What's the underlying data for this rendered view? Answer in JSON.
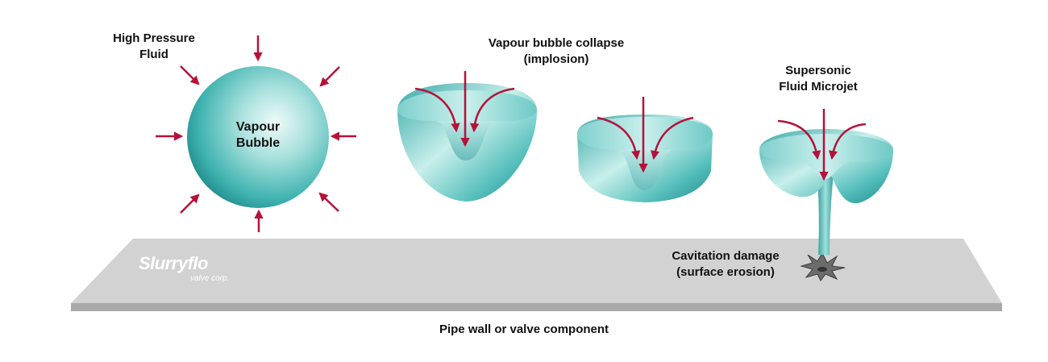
{
  "labels": {
    "high_pressure_line1": "High Pressure",
    "high_pressure_line2": "Fluid",
    "vapour_line1": "Vapour",
    "vapour_line2": "Bubble",
    "collapse_line1": "Vapour bubble collapse",
    "collapse_line2": "(implosion)",
    "microjet_line1": "Supersonic",
    "microjet_line2": "Fluid Microjet",
    "damage_line1": "Cavitation damage",
    "damage_line2": "(surface erosion)",
    "pipe_wall": "Pipe wall or valve component"
  },
  "logo": {
    "name": "Slurryflo",
    "tagline": "valve corp."
  },
  "colors": {
    "arrow": "#b5123a",
    "bubble_light": "#e6f8f6",
    "bubble_mid": "#5bc4c0",
    "bubble_dark": "#1b8d8e",
    "wall_top": "#d2d2d2",
    "wall_edge": "#a9a9a9"
  }
}
